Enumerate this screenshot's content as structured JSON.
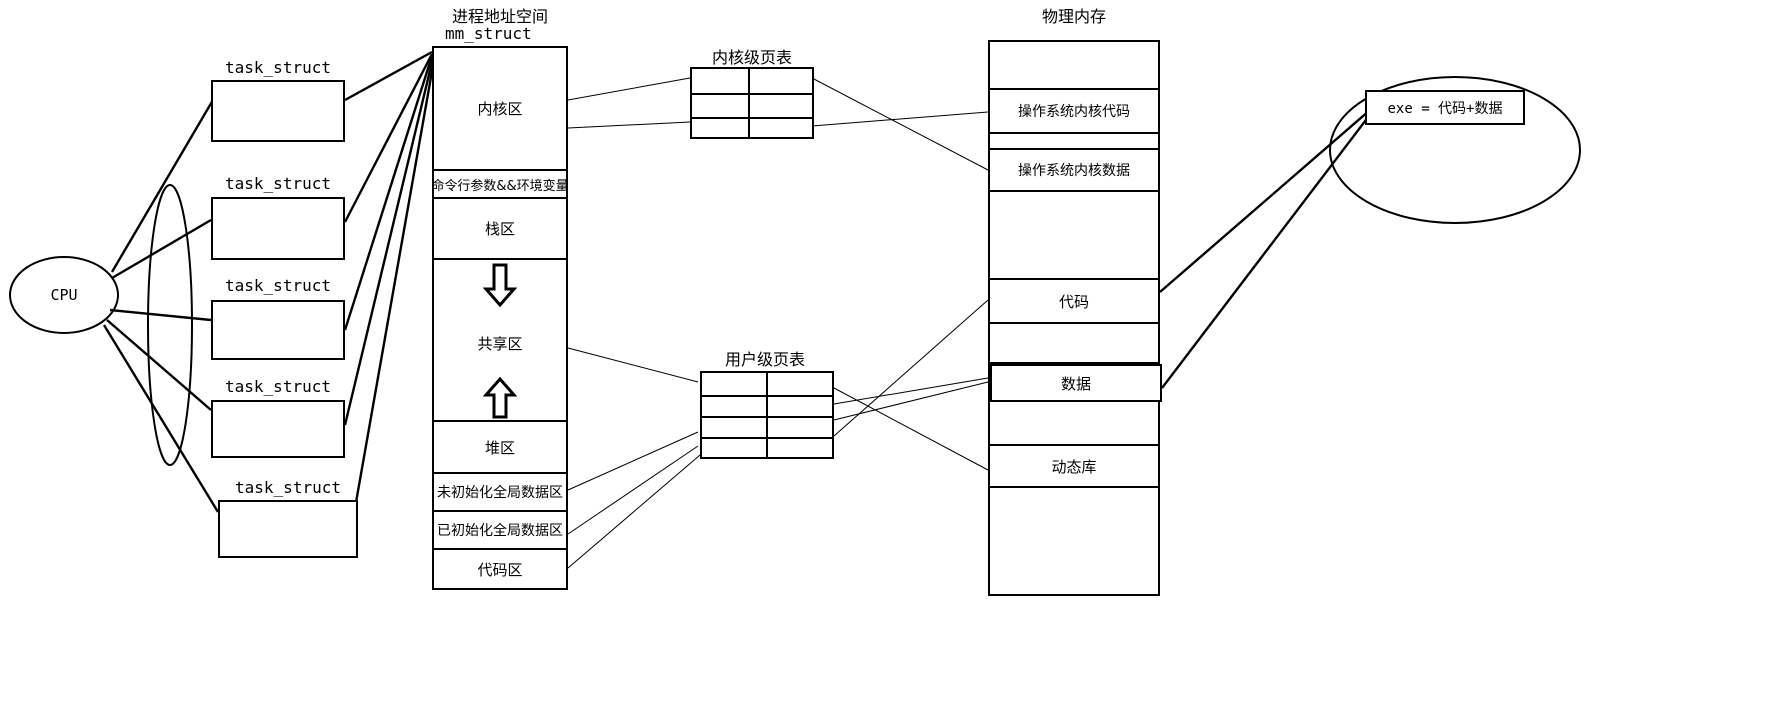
{
  "diagram": {
    "titles": {
      "address_space_line1": "进程地址空间",
      "address_space_line2": "mm_struct",
      "physical_memory": "物理内存",
      "kernel_page_table": "内核级页表",
      "user_page_table": "用户级页表"
    },
    "cpu": {
      "label": "CPU"
    },
    "task_structs": [
      {
        "label": "task_struct"
      },
      {
        "label": "task_struct"
      },
      {
        "label": "task_struct"
      },
      {
        "label": "task_struct"
      },
      {
        "label": "task_struct"
      }
    ],
    "address_space_regions": [
      {
        "label": "内核区",
        "kind": "text"
      },
      {
        "label": "命令行参数&&环境变量",
        "kind": "text"
      },
      {
        "label": "栈区",
        "kind": "text"
      },
      {
        "label": "",
        "kind": "arrow-down"
      },
      {
        "label": "共享区",
        "kind": "text"
      },
      {
        "label": "",
        "kind": "arrow-up"
      },
      {
        "label": "堆区",
        "kind": "text"
      },
      {
        "label": "未初始化全局数据区",
        "kind": "text"
      },
      {
        "label": "已初始化全局数据区",
        "kind": "text"
      },
      {
        "label": "代码区",
        "kind": "text"
      }
    ],
    "physical_memory_regions": [
      {
        "label": ""
      },
      {
        "label": "操作系统内核代码"
      },
      {
        "label": "操作系统内核数据"
      },
      {
        "label": ""
      },
      {
        "label": "代码"
      },
      {
        "label": "数据"
      },
      {
        "label": ""
      },
      {
        "label": "动态库"
      },
      {
        "label": ""
      }
    ],
    "exe": {
      "label": "exe = 代码+数据"
    },
    "colors": {
      "stroke": "#000000",
      "background": "#ffffff"
    }
  }
}
